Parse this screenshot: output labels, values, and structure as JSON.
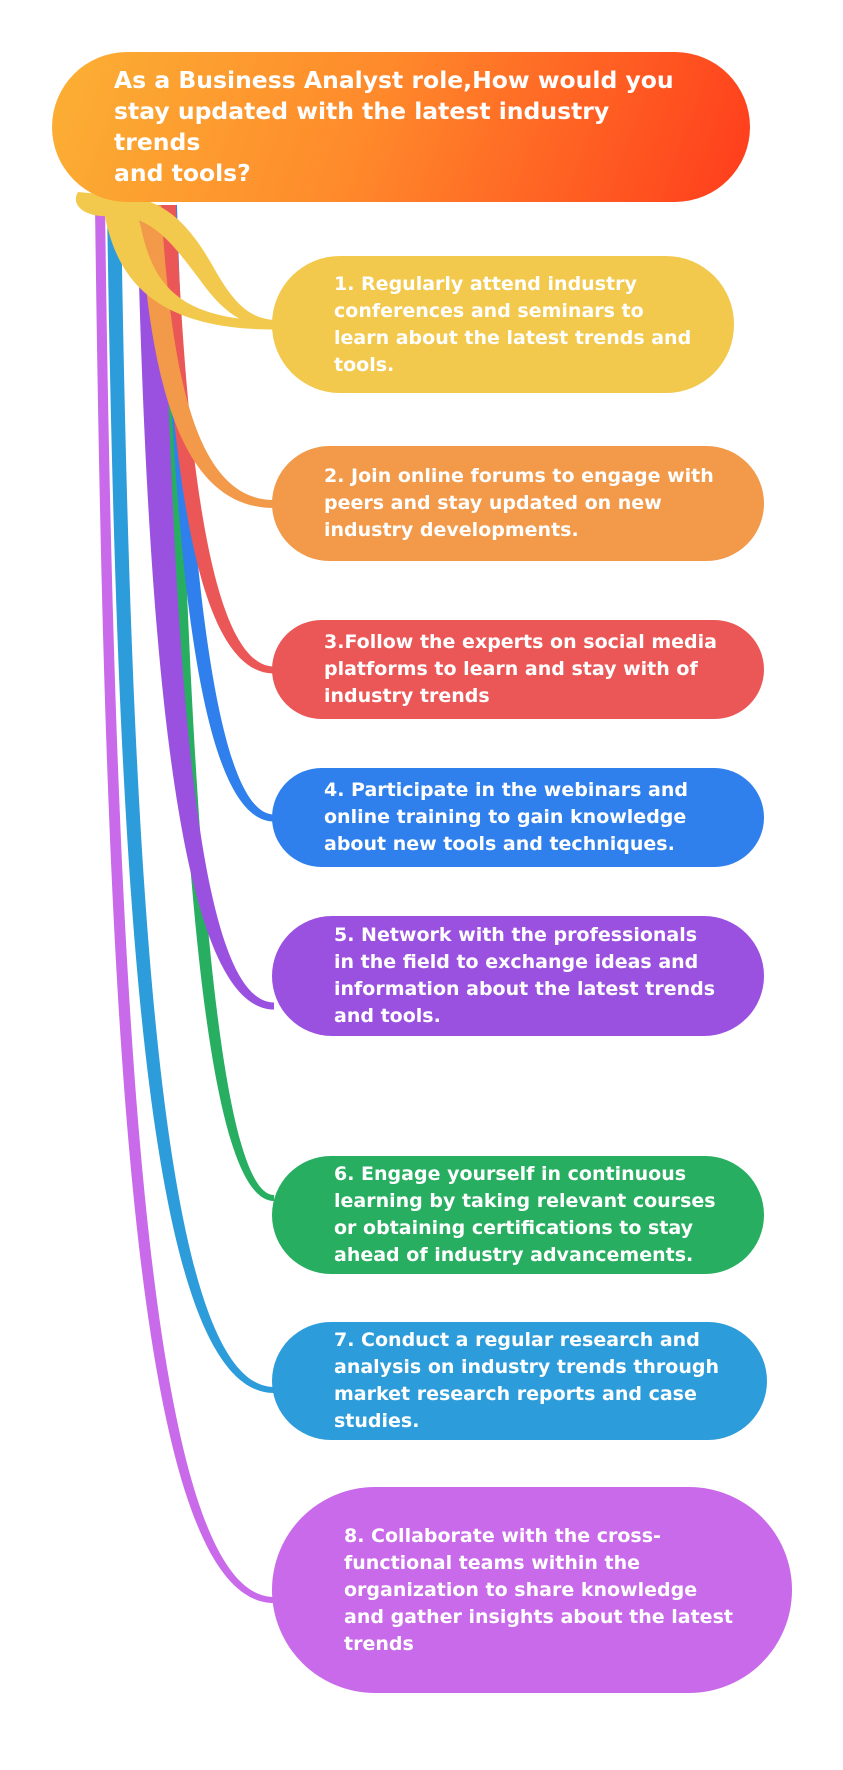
{
  "root": {
    "text": "As a Business Analyst role,How would you\nstay updated with the latest industry trends\nand tools?",
    "gradient": [
      "#fbb034",
      "#ff3c1c"
    ]
  },
  "items": [
    {
      "text": "1. Regularly attend industry\nconferences and seminars to\nlearn about the latest trends and\ntools.",
      "color": "#f2c94c"
    },
    {
      "text": "2. Join online forums to engage with\npeers and stay updated on new\nindustry developments.",
      "color": "#f2994a"
    },
    {
      "text": "3.Follow the experts on social media\nplatforms to learn  and stay with of\nindustry trends",
      "color": "#eb5757"
    },
    {
      "text": "4. Participate in the webinars and\nonline training to gain knowledge\nabout new tools and techniques.",
      "color": "#2f80ed"
    },
    {
      "text": "5. Network with the professionals\nin the field to exchange ideas and\ninformation about the latest trends\nand tools.",
      "color": "#9b51e0"
    },
    {
      "text": "6. Engage yourself in continuous\nlearning by taking relevant courses\nor obtaining certifications to stay\nahead of industry advancements.",
      "color": "#27ae60"
    },
    {
      "text": "7. Conduct a regular research and\nanalysis on industry trends through\nmarket research reports and case\nstudies.",
      "color": "#2d9cdb"
    },
    {
      "text": "8. Collaborate with the cross-\nfunctional teams within the\norganization to share knowledge\nand gather insights about the latest\ntrends",
      "color": "#c86ae9"
    }
  ]
}
